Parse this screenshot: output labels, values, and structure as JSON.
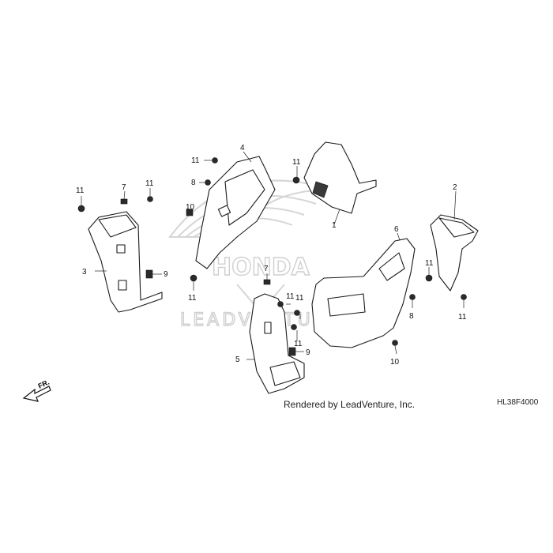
{
  "watermark": {
    "logo_text": "HONDA",
    "text": "LEADVENTURE"
  },
  "orientation_label": "FR.",
  "credit": "Rendered by LeadVenture, Inc.",
  "diagram_code": "HL38F4000",
  "callouts": {
    "c1": "1",
    "c2": "2",
    "c3": "3",
    "c4": "4",
    "c5": "5",
    "c6": "6",
    "c7a": "7",
    "c7b": "7",
    "c8a": "8",
    "c8b": "8",
    "c9a": "9",
    "c9b": "9",
    "c10a": "10",
    "c10b": "10",
    "c11a": "11",
    "c11b": "11",
    "c11c": "11",
    "c11d": "11",
    "c11e": "11",
    "c11f": "11",
    "c11g": "11",
    "c11h": "11",
    "c11i": "11",
    "c11j": "11"
  },
  "colors": {
    "line": "#1a1a1a",
    "watermark": "#d0d0d0",
    "background": "#ffffff"
  }
}
